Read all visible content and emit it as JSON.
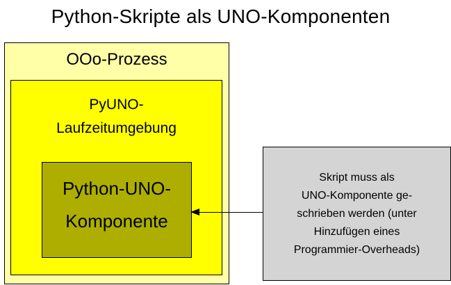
{
  "title": "Python-Skripte als UNO-Komponenten",
  "diagram": {
    "outer_box": {
      "label": "OOo-Prozess",
      "bg": "#ffffa8"
    },
    "runtime_box": {
      "lines": [
        "PyUNO-",
        "Laufzeitumgebung"
      ],
      "bg": "#ffff00"
    },
    "component_box": {
      "lines": [
        "Python-UNO-",
        "Komponente"
      ],
      "bg": "#aeae00"
    },
    "note_box": {
      "lines": [
        "Skript muss als",
        "UNO-Komponente ge-",
        "schrieben werden (unter",
        "Hinzufügen eines",
        "Programmier-Overheads)"
      ],
      "bg": "#d4d4d4"
    },
    "border_color": "#000000"
  }
}
